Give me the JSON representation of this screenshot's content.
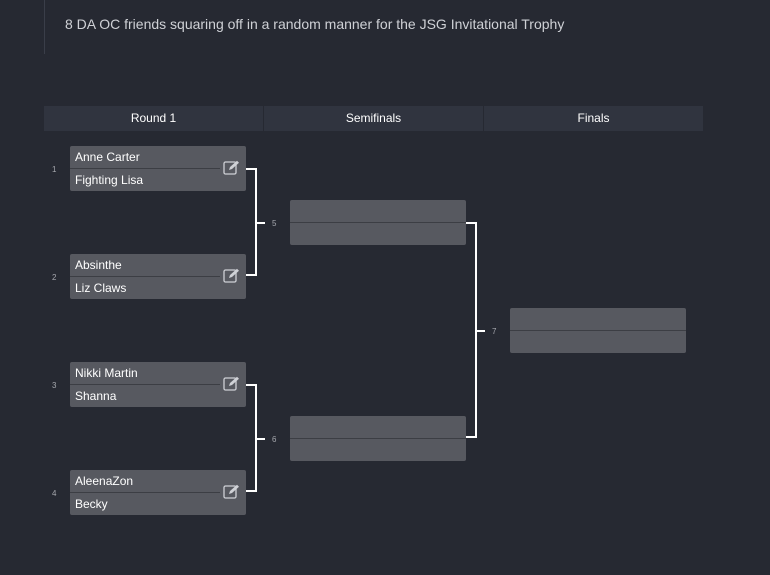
{
  "description": "8 DA OC friends squaring off in a random manner for the JSG Invitational Trophy",
  "rounds": [
    {
      "label": "Round 1"
    },
    {
      "label": "Semifinals"
    },
    {
      "label": "Finals"
    }
  ],
  "round1": [
    {
      "number": "1",
      "top": "Anne Carter",
      "bottom": "Fighting Lisa"
    },
    {
      "number": "2",
      "top": "Absinthe",
      "bottom": "Liz Claws"
    },
    {
      "number": "3",
      "top": "Nikki Martin",
      "bottom": "Shanna"
    },
    {
      "number": "4",
      "top": "AleenaZon",
      "bottom": "Becky"
    }
  ],
  "semifinals": [
    {
      "number": "5",
      "top": "",
      "bottom": ""
    },
    {
      "number": "6",
      "top": "",
      "bottom": ""
    }
  ],
  "finals": [
    {
      "number": "7",
      "top": "",
      "bottom": ""
    }
  ]
}
